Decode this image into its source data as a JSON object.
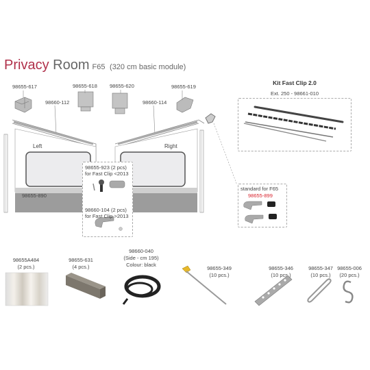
{
  "title": {
    "word1": "Privacy",
    "word2": "Room",
    "model": "F65",
    "detail": "(320 cm basic module)"
  },
  "top_parts": [
    {
      "code": "98655-617"
    },
    {
      "code": "98655-618"
    },
    {
      "code": "98655-620"
    },
    {
      "code": "98655-619"
    }
  ],
  "rails": {
    "left": "98660-112",
    "right": "98660-114"
  },
  "panels": {
    "left": "Left",
    "right": "Right"
  },
  "side_pole": "98655-890",
  "clips": {
    "a_line1": "98655-923 (2 pcs)",
    "a_line2": "for Fast Clip <2013",
    "b_line1": "98660-104 (2 pcs)",
    "b_line2": "for Fast Clip >2013"
  },
  "kit": {
    "title": "Kit Fast Clip 2.0",
    "ext": "Ext. 250 - 98661-010"
  },
  "standard": {
    "label": "standard for F65",
    "code": "98655-899"
  },
  "bottom_parts": [
    {
      "code": "98655A484",
      "qty": "(2 pcs.)"
    },
    {
      "code": "98655-631",
      "qty": "(4 pcs.)"
    },
    {
      "code": "98660-040",
      "qty": "(Side - cm 195)",
      "extra": "Colour: black"
    },
    {
      "code": "98655-349",
      "qty": "(10 pcs.)"
    },
    {
      "code": "98655-346",
      "qty": "(10 pcs.)"
    },
    {
      "code": "98655-347",
      "qty": "(10 pcs.)"
    },
    {
      "code": "98655-006",
      "qty": "(20 pcs.)"
    }
  ],
  "colors": {
    "accent": "#b0304a",
    "red_code": "#d9232d",
    "wall": "#9c9c9c",
    "line": "#666666"
  }
}
